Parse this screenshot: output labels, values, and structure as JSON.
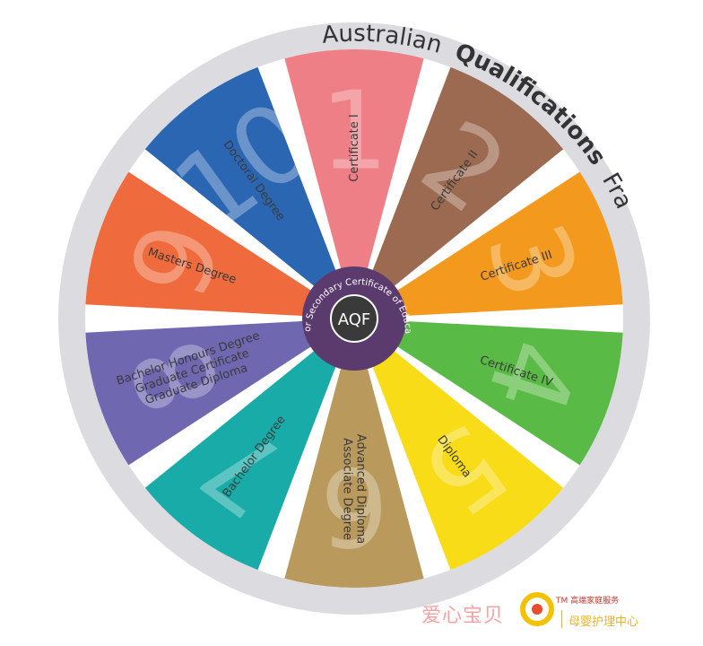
{
  "title": {
    "word1": "Australian",
    "word2": "Qualifications",
    "word3": "Framework"
  },
  "center": {
    "label": "AQF",
    "ring_text": "< Senior Secondary Certificate of Education >"
  },
  "segments": [
    {
      "number": "1",
      "label_lines": [
        "Certificate I"
      ],
      "color": "#ef7f86"
    },
    {
      "number": "2",
      "label_lines": [
        "Certificate II"
      ],
      "color": "#9b6a50"
    },
    {
      "number": "3",
      "label_lines": [
        "Certificate III"
      ],
      "color": "#f39a1e"
    },
    {
      "number": "4",
      "label_lines": [
        "Certificate IV"
      ],
      "color": "#5aba46"
    },
    {
      "number": "5",
      "label_lines": [
        "Diploma"
      ],
      "color": "#f7dc17"
    },
    {
      "number": "6",
      "label_lines": [
        "Advanced Diploma",
        "Associate Degree"
      ],
      "color": "#b99a5c"
    },
    {
      "number": "7",
      "label_lines": [
        "Bachelor Degree"
      ],
      "color": "#18aba7"
    },
    {
      "number": "8",
      "label_lines": [
        "Bachelor Honours Degree",
        "Graduate Certificate",
        "Graduate Diploma"
      ],
      "color": "#6f67b0"
    },
    {
      "number": "9",
      "label_lines": [
        "Masters Degree"
      ],
      "color": "#ef6a3c"
    },
    {
      "number": "10",
      "label_lines": [
        "Doctoral Degree"
      ],
      "color": "#2b66b3"
    }
  ],
  "colors": {
    "outer_ring": "#dcdce0",
    "hub": "#5b3a6e",
    "hub_inner": "#3a3a3a",
    "label_text": "#3a3a3a"
  },
  "watermark": {
    "brand": "爱心宝贝",
    "tm": "TM 高端家庭服务",
    "sub": "母婴护理中心"
  }
}
